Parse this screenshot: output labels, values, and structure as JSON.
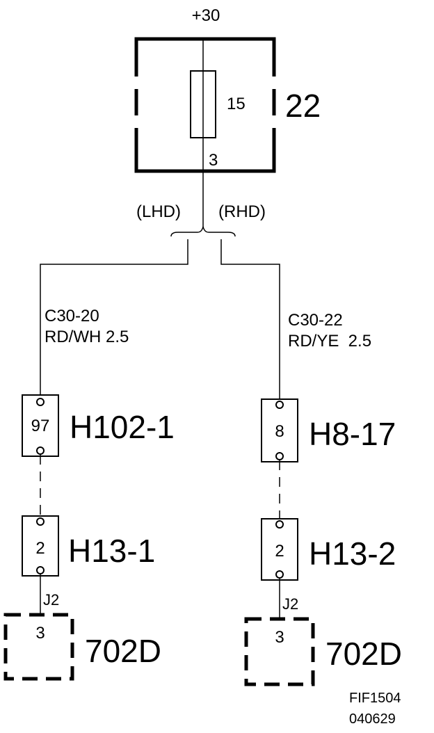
{
  "supply": "+30",
  "fuse_box": {
    "fuse_value": "15",
    "terminal": "3",
    "id": "22"
  },
  "variants": {
    "left": "(LHD)",
    "right": "(RHD)"
  },
  "left_branch": {
    "wire_code": "C30-20",
    "wire_spec": "RD/WH 2.5",
    "connector1": {
      "pin": "97",
      "id": "H102-1"
    },
    "connector2": {
      "pin": "2",
      "id": "H13-1"
    },
    "ground_pin_label": "J2",
    "ground": {
      "pin": "3",
      "id": "702D"
    }
  },
  "right_branch": {
    "wire_code": "C30-22",
    "wire_spec": "RD/YE  2.5",
    "connector1": {
      "pin": "8",
      "id": "H8-17"
    },
    "connector2": {
      "pin": "2",
      "id": "H13-2"
    },
    "ground_pin_label": "J2",
    "ground": {
      "pin": "3",
      "id": "702D"
    }
  },
  "figure_ref": {
    "code": "FIF1504",
    "date": "040629"
  }
}
